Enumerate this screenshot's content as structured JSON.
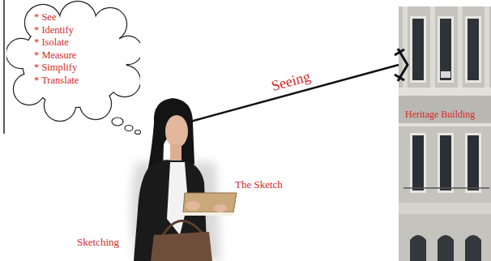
{
  "diagram": {
    "nodes": [
      {
        "text": [
          "* See",
          "* Identify",
          "* Isolate",
          "* Measure",
          "* Simplify",
          "* Translate"
        ]
      },
      {
        "text": [
          "Sketching"
        ]
      },
      {
        "text": [
          "Heritage Building"
        ]
      }
    ],
    "edges": [
      {
        "from": 1,
        "to": 2,
        "arrow": "none",
        "label": "Seeing"
      }
    ],
    "labels": [
      "The Sketch"
    ]
  }
}
